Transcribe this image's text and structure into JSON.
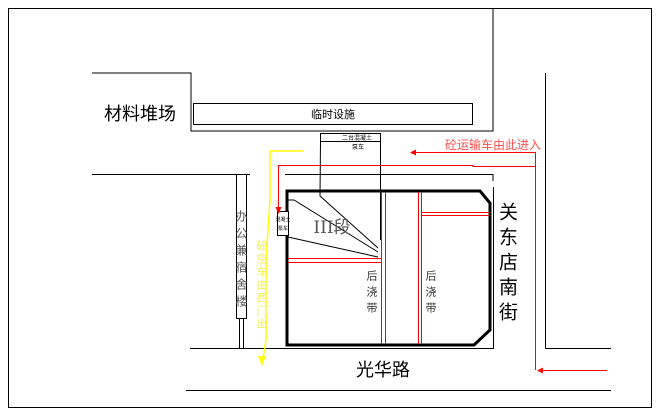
{
  "labels": {
    "material_yard": "材料堆场",
    "temporary_facility": "临时设施",
    "pump_trucks_title": "二台混凝土",
    "pump_trucks_sub": "泵车",
    "pump_small_1": "混凝土",
    "pump_small_2": "泵车",
    "section": "III段",
    "post_pour_band": "后浇带",
    "office_building": "办公兼宿舍楼",
    "empty_truck_exit": "砼空车由西门出",
    "truck_entry": "砼运输车由此进入",
    "east_street": "关东店南街",
    "south_road": "光华路"
  },
  "colors": {
    "route_in": "#ff0000",
    "route_out": "#ffff00",
    "post_pour": "#ff0000",
    "structure": "#000000"
  }
}
